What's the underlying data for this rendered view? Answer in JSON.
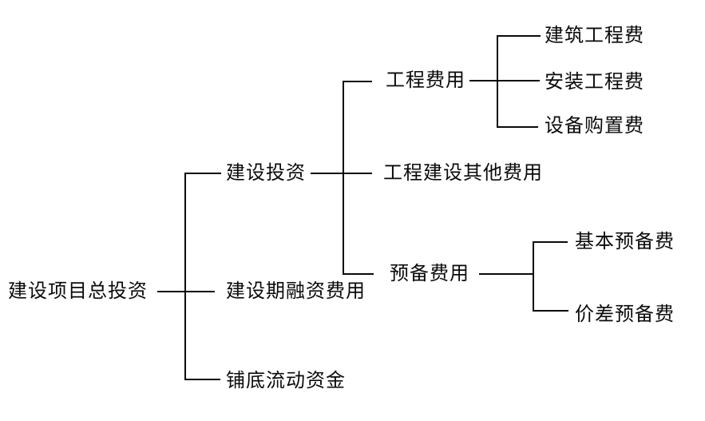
{
  "diagram": {
    "type": "tree",
    "orientation": "left-to-right",
    "line_color": "#0a0a0a",
    "text_color": "#0a0a0a",
    "background_color": "#ffffff"
  },
  "nodes": [
    {
      "id": "root",
      "label": "建设项目总投资",
      "level": 0,
      "parent": null
    },
    {
      "id": "construction-investment",
      "label": "建设投资",
      "level": 1,
      "parent": "root"
    },
    {
      "id": "construction-period-financing-cost",
      "label": "建设期融资费用",
      "level": 1,
      "parent": "root"
    },
    {
      "id": "initial-working-capital",
      "label": "铺底流动资金",
      "level": 1,
      "parent": "root"
    },
    {
      "id": "engineering-cost",
      "label": "工程费用",
      "level": 2,
      "parent": "construction-investment"
    },
    {
      "id": "other-engineering-construction-cost",
      "label": "工程建设其他费用",
      "level": 2,
      "parent": "construction-investment"
    },
    {
      "id": "reserve-cost",
      "label": "预备费用",
      "level": 2,
      "parent": "construction-investment"
    },
    {
      "id": "building-engineering-fee",
      "label": "建筑工程费",
      "level": 3,
      "parent": "engineering-cost"
    },
    {
      "id": "installation-engineering-fee",
      "label": "安装工程费",
      "level": 3,
      "parent": "engineering-cost"
    },
    {
      "id": "equipment-purchase-fee",
      "label": "设备购置费",
      "level": 3,
      "parent": "engineering-cost"
    },
    {
      "id": "basic-reserve-fee",
      "label": "基本预备费",
      "level": 3,
      "parent": "reserve-cost"
    },
    {
      "id": "price-difference-reserve-fee",
      "label": "价差预备费",
      "level": 3,
      "parent": "reserve-cost"
    }
  ]
}
